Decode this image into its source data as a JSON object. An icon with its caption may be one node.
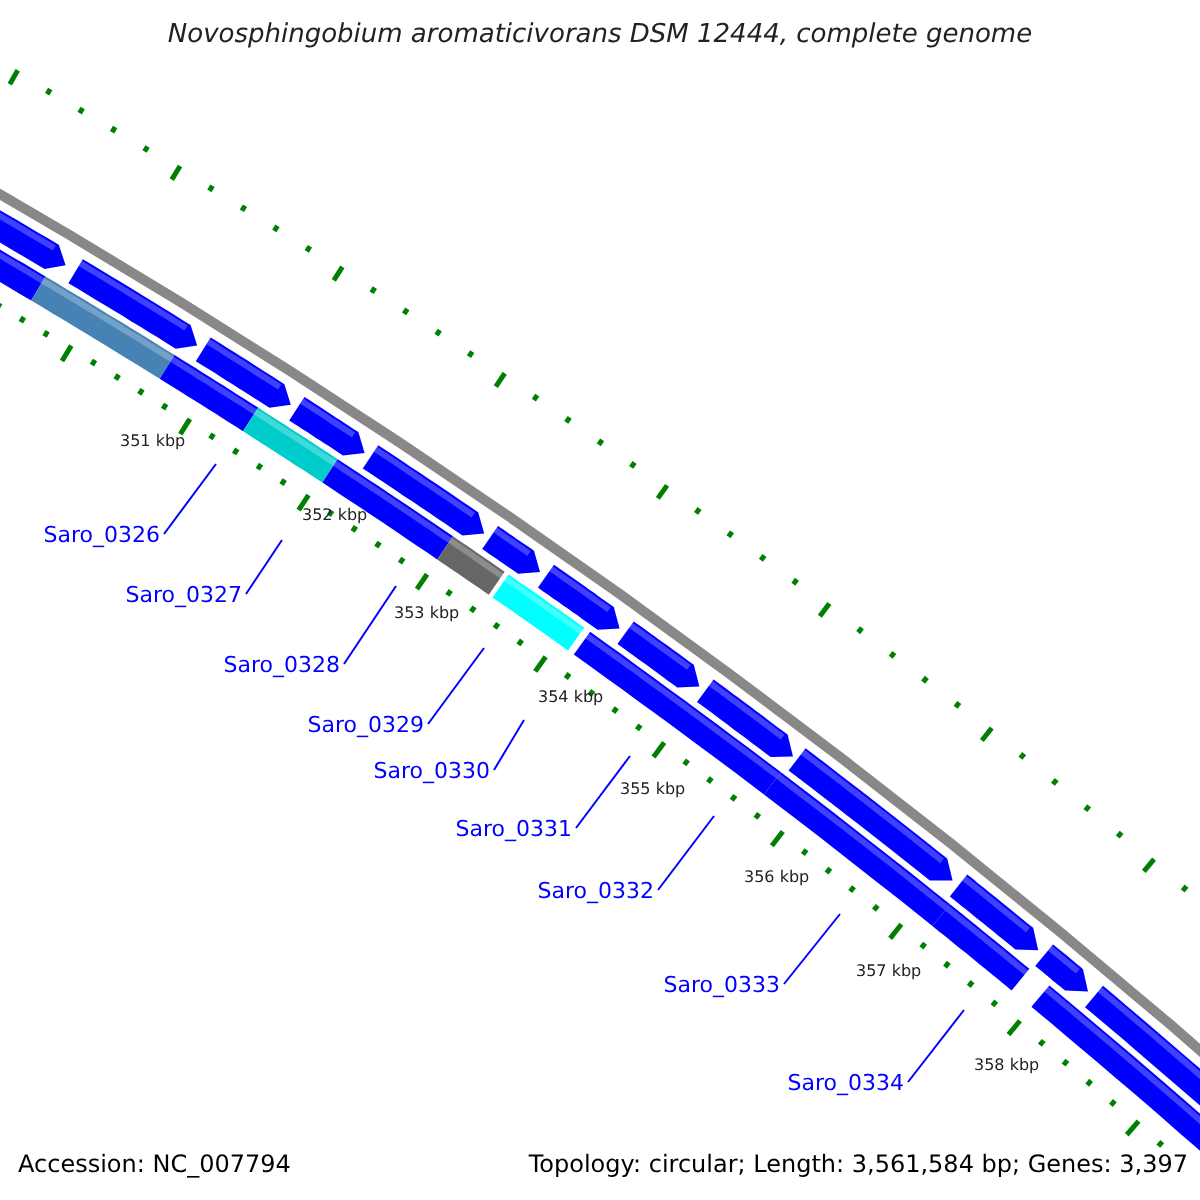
{
  "diagram": {
    "title": "Novosphingobium aromaticivorans DSM 12444, complete genome",
    "nodes": [
      {
        "text": [
          "Saro_0326"
        ]
      },
      {
        "text": [
          "Saro_0327"
        ]
      },
      {
        "text": [
          "Saro_0328"
        ]
      },
      {
        "text": [
          "Saro_0329"
        ]
      },
      {
        "text": [
          "Saro_0330"
        ]
      },
      {
        "text": [
          "Saro_0331"
        ]
      },
      {
        "text": [
          "Saro_0332"
        ]
      },
      {
        "text": [
          "Saro_0333"
        ]
      },
      {
        "text": [
          "Saro_0334"
        ]
      }
    ],
    "edges": [
      {
        "from": 0,
        "to": null,
        "arrow": "none"
      },
      {
        "from": 1,
        "to": null,
        "arrow": "none"
      },
      {
        "from": 2,
        "to": null,
        "arrow": "none"
      },
      {
        "from": 3,
        "to": null,
        "arrow": "none"
      },
      {
        "from": 4,
        "to": null,
        "arrow": "none"
      },
      {
        "from": 5,
        "to": null,
        "arrow": "none"
      },
      {
        "from": 6,
        "to": null,
        "arrow": "none"
      },
      {
        "from": 7,
        "to": null,
        "arrow": "none"
      },
      {
        "from": 8,
        "to": null,
        "arrow": "none"
      }
    ],
    "labels": [
      "351 kbp",
      "352 kbp",
      "353 kbp",
      "354 kbp",
      "355 kbp",
      "356 kbp",
      "357 kbp",
      "358 kbp",
      "Accession: NC_007794",
      "Topology: circular; Length: 3,561,584 bp; Genes: 3,397"
    ]
  }
}
